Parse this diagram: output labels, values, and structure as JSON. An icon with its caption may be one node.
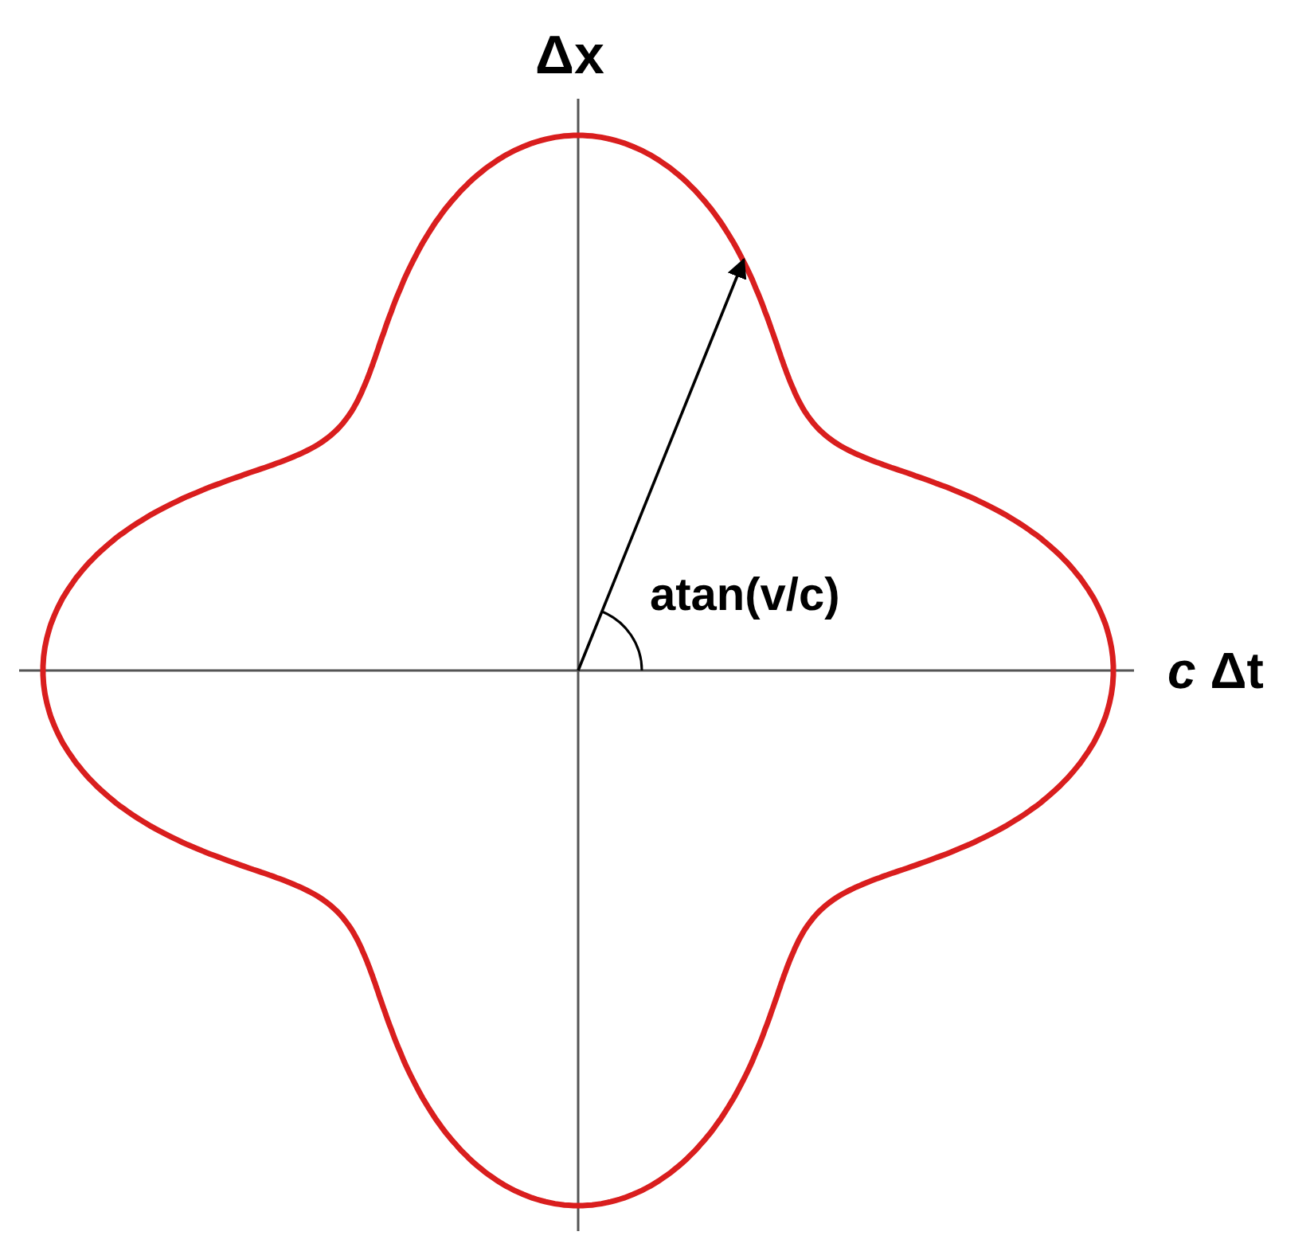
{
  "diagram": {
    "labels": [
      "Δx",
      "*c* Δt",
      "atan(v/c)"
    ]
  }
}
